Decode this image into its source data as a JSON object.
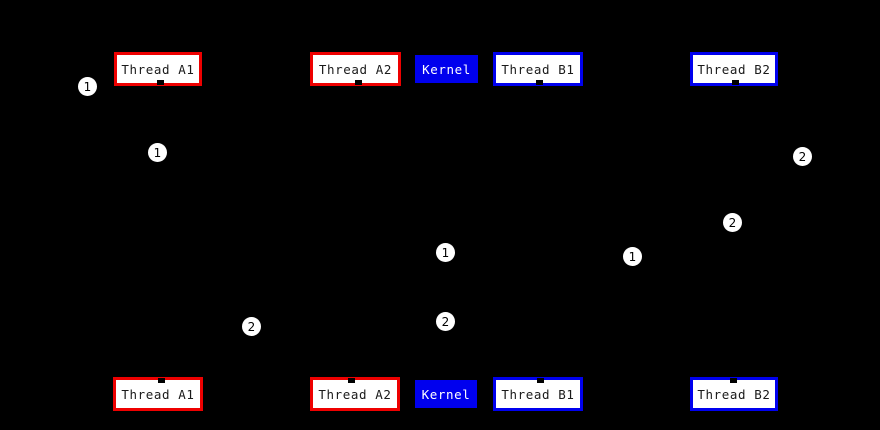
{
  "boxes": {
    "top": [
      {
        "label": "Thread A1"
      },
      {
        "label": "Thread A2"
      },
      {
        "label": "Kernel"
      },
      {
        "label": "Thread B1"
      },
      {
        "label": "Thread B2"
      }
    ],
    "bottom": [
      {
        "label": "Thread A1"
      },
      {
        "label": "Thread A2"
      },
      {
        "label": "Kernel"
      },
      {
        "label": "Thread B1"
      },
      {
        "label": "Thread B2"
      }
    ]
  },
  "markers": [
    {
      "label": "1"
    },
    {
      "label": "1"
    },
    {
      "label": "2"
    },
    {
      "label": "1"
    },
    {
      "label": "2"
    },
    {
      "label": "1"
    },
    {
      "label": "2"
    },
    {
      "label": "2"
    }
  ],
  "colors": {
    "background": "#000000",
    "thread_a_border": "#ee0000",
    "thread_b_border": "#0000ee",
    "kernel_background": "#0000ee",
    "box_background": "#ffffff",
    "box_text": "#1a1a1a",
    "kernel_text": "#ffffff",
    "marker_background": "#ffffff",
    "marker_text": "#000000"
  }
}
